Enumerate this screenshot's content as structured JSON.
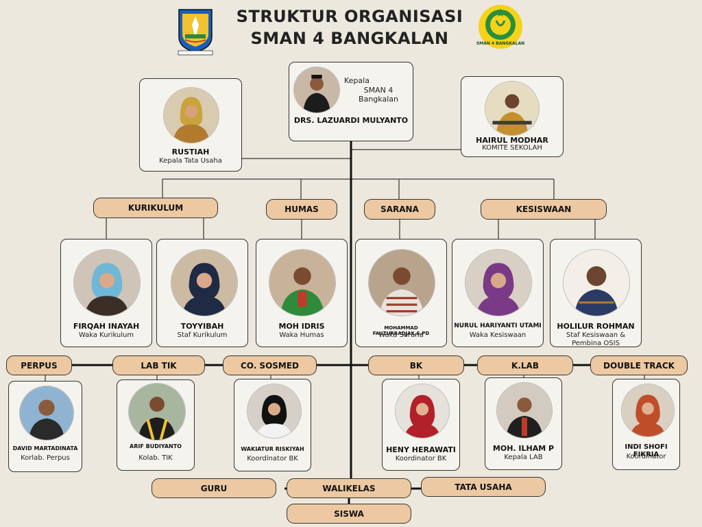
{
  "header": {
    "title_line1": "STRUKTUR ORGANISASI",
    "title_line2": "SMAN 4 BANGKALAN",
    "logo_right_text": "SMAN 4 BANGKALAN"
  },
  "colors": {
    "background": "#ece8dd",
    "pill": "#ecc9a2",
    "card": "#f5f3ee",
    "line": "#555555",
    "rail": "#111111"
  },
  "top": {
    "kepala": {
      "role_line1": "Kepala",
      "role_line2": "SMAN 4 Bangkalan",
      "name": "DRS. LAZUARDI MULYANTO"
    },
    "tu": {
      "name": "RUSTIAH",
      "role": "Kepala Tata Usaha"
    },
    "komite": {
      "name": "HAIRUL MODHAR",
      "role": "KOMITE SEKOLAH"
    }
  },
  "divisions": {
    "kurikulum": "KURIKULUM",
    "humas": "HUMAS",
    "sarana": "SARANA",
    "kesiswaan": "KESISWAAN"
  },
  "staff_row1": [
    {
      "name": "FIRQAH INAYAH",
      "role": "Waka Kurikulum"
    },
    {
      "name": "TOYYIBAH",
      "role": "Staf Kurikulum"
    },
    {
      "name": "MOH IDRIS",
      "role": "Waka Humas"
    },
    {
      "name": "MOHAMMAD FAUZURRADJAK,S.PD",
      "role": "Waka Sarana"
    },
    {
      "name": "NURUL HARIYANTI UTAMI",
      "role": "Waka Kesiswaan"
    },
    {
      "name": "HOLILUR ROHMAN",
      "role_line1": "Staf Kesiswaan &",
      "role_line2": "Pembina OSIS"
    }
  ],
  "units": {
    "perpus": "PERPUS",
    "labtik": "LAB TIK",
    "sosmed": "CO. SOSMED",
    "bk": "BK",
    "klab": "K.LAB",
    "double_track": "DOUBLE TRACK"
  },
  "staff_row2": [
    {
      "name": "DAVID MARTADINATA",
      "role": "Korlab. Perpus"
    },
    {
      "name": "ARIF BUDIYANTO",
      "role": "Kolab. TIK"
    },
    {
      "name": "WAKIATUR RISKIYAH",
      "role": "Koordinator BK"
    },
    {
      "name": "HENY HERAWATI",
      "role": "Koordinator BK"
    },
    {
      "name": "MOH. ILHAM P",
      "role": "Kepala LAB"
    },
    {
      "name": "INDI SHOFI FIKRIA",
      "role": "Koordinator"
    }
  ],
  "bottom": {
    "guru": "GURU",
    "walikelas": "WALIKELAS",
    "tata_usaha": "TATA USAHA",
    "siswa": "SISWA"
  }
}
